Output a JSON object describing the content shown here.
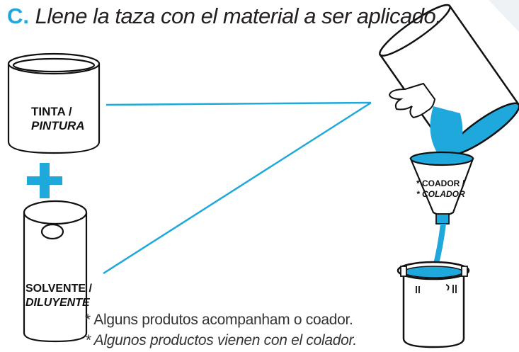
{
  "step": {
    "letter": "C.",
    "instruction": "Llene la taza con el material a ser aplicado."
  },
  "items": {
    "paint": {
      "line1": "TINTA /",
      "line2": "PINTURA"
    },
    "plus": "+",
    "solvent": {
      "line1": "SOLVENTE /",
      "line2": "DILUYENTE"
    },
    "strainer": {
      "line1": "* COADOR /",
      "line2": "* COLADOR"
    }
  },
  "notes": {
    "pt": "* Alguns produtos acompanham o coador.",
    "es": "* Algunos productos vienen con el colador."
  },
  "colors": {
    "accent": "#1fa8dc",
    "text": "#231f20",
    "outline": "#111111"
  },
  "icons": [
    "paint-can-icon",
    "solvent-can-icon",
    "pouring-can-icon",
    "hand-icon",
    "strainer-cone-icon",
    "spray-cup-icon",
    "plus-icon"
  ]
}
